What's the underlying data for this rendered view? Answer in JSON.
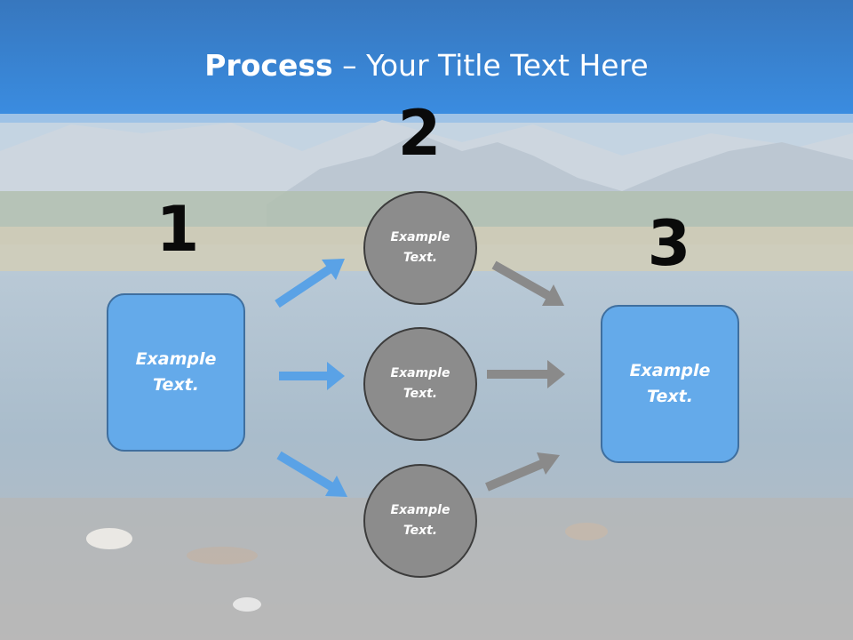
{
  "slide": {
    "title_bold": "Process",
    "title_sep": " – ",
    "title_rest": "Your Title Text Here"
  },
  "steps": [
    {
      "number": "1",
      "label": "Example\nText."
    },
    {
      "number": "2",
      "label": "Example\nText."
    },
    {
      "number": "3",
      "label": "Example\nText."
    }
  ],
  "circles": [
    {
      "label": "Example\nText."
    },
    {
      "label": "Example\nText."
    },
    {
      "label": "Example\nText."
    }
  ],
  "colors": {
    "header_blue": "#3a86d6",
    "box_blue": "#64aaea",
    "arrow_blue": "#5aa2e6",
    "circle_gray": "#8c8c8c",
    "arrow_gray": "#8a8a8a"
  }
}
